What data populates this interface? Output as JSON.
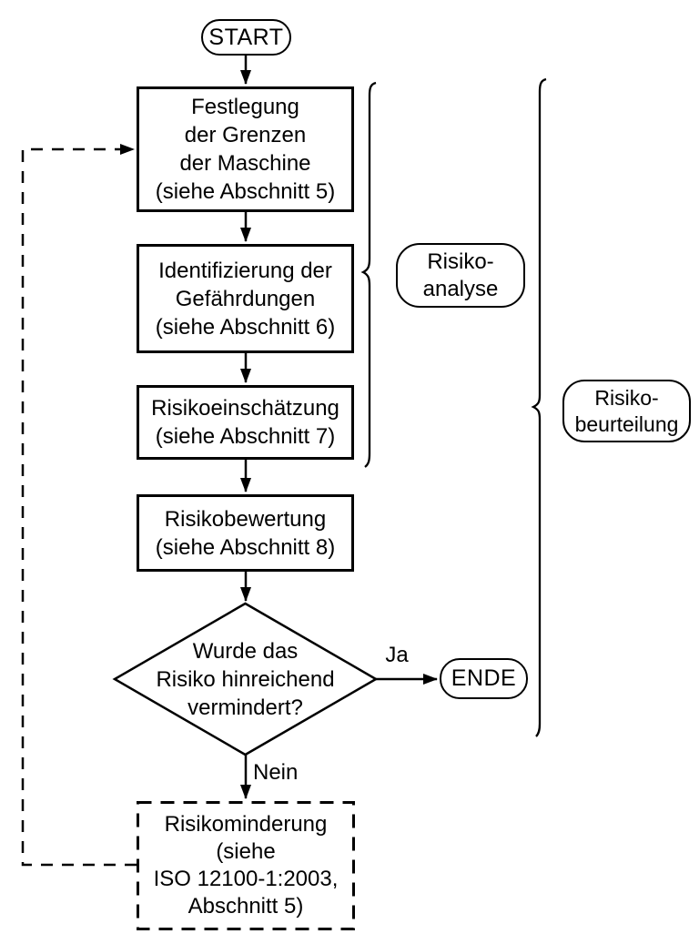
{
  "diagram": {
    "background": "#ffffff",
    "line_color": "#000000",
    "text_color": "#000000"
  },
  "nodes": {
    "start": {
      "label": "START"
    },
    "scope": {
      "lines": [
        "Festlegung",
        "der Grenzen",
        "der Maschine",
        "(siehe Abschnitt 5)"
      ]
    },
    "hazards": {
      "lines": [
        "Identifizierung der",
        "Gefährdungen",
        "(siehe Abschnitt 6)"
      ]
    },
    "estimation": {
      "lines": [
        "Risikoeinschätzung",
        "(siehe Abschnitt 7)"
      ]
    },
    "evaluation": {
      "lines": [
        "Risikobewertung",
        "(siehe Abschnitt 8)"
      ]
    },
    "decision": {
      "lines": [
        "Wurde das",
        "Risiko hinreichend",
        "vermindert?"
      ]
    },
    "end": {
      "label": "ENDE"
    },
    "reduction": {
      "lines": [
        "Risikominderung",
        "(siehe",
        "ISO 12100-1:2003,",
        "Abschnitt 5)"
      ]
    }
  },
  "edge_labels": {
    "yes": "Ja",
    "no": "Nein"
  },
  "group_labels": {
    "analysis": {
      "lines": [
        "Risiko-",
        "analyse"
      ]
    },
    "assessment": {
      "lines": [
        "Risiko-",
        "beurteilung"
      ]
    }
  }
}
